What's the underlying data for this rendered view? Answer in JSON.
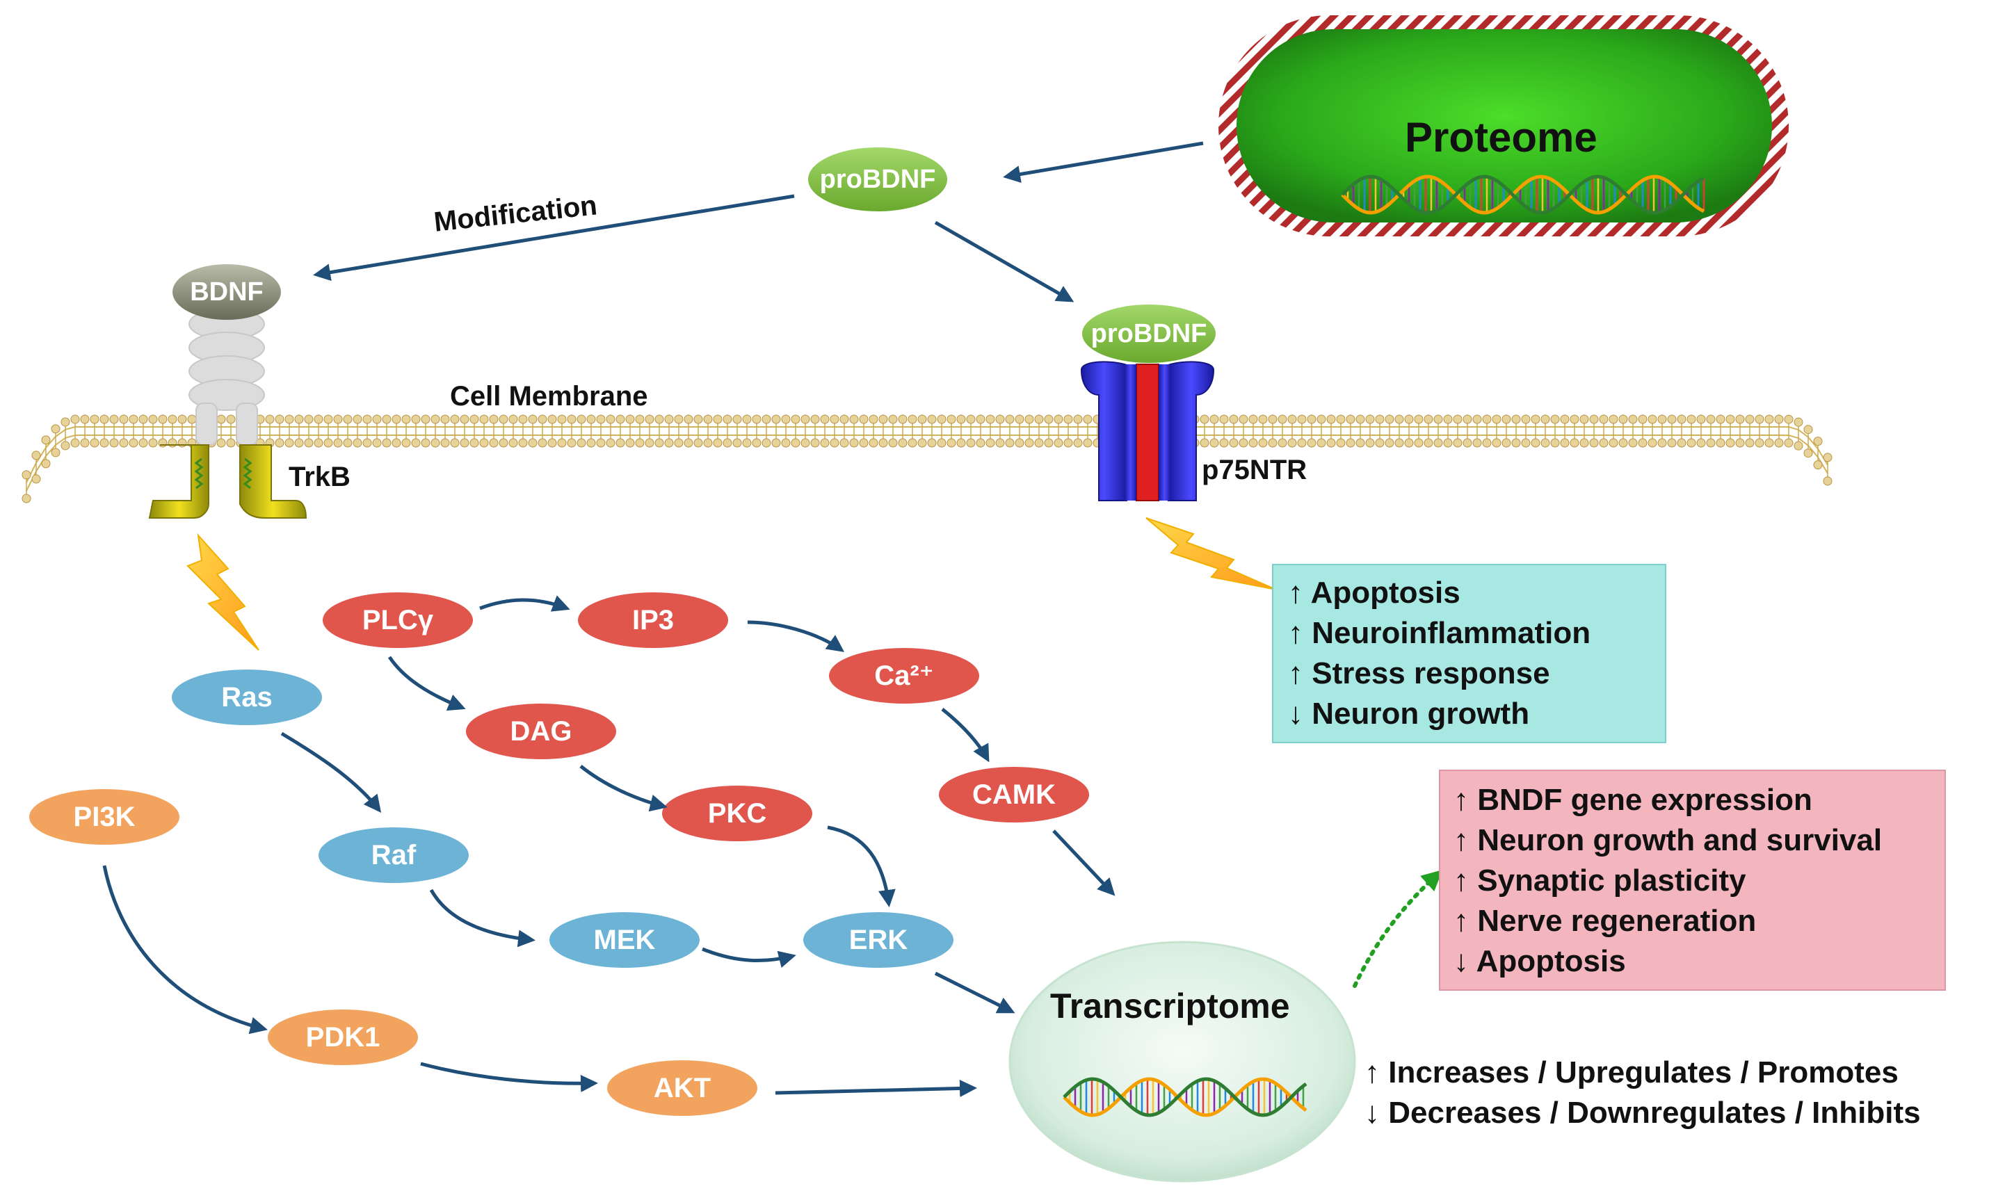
{
  "proteome": {
    "label": "Proteome"
  },
  "transcriptome": {
    "label": "Transcriptome"
  },
  "labels": {
    "modification": "Modification",
    "cell_membrane": "Cell Membrane",
    "trkb": "TrkB",
    "p75ntr": "p75NTR"
  },
  "nodes": {
    "probdnf_top": "proBDNF",
    "probdnf_receptor": "proBDNF",
    "bdnf": "BDNF",
    "plcy": "PLCγ",
    "ip3": "IP3",
    "ca": "Ca²⁺",
    "dag": "DAG",
    "pkc": "PKC",
    "camk": "CAMK",
    "ras": "Ras",
    "raf": "Raf",
    "mek": "MEK",
    "erk": "ERK",
    "pi3k": "PI3K",
    "pdk1": "PDK1",
    "akt": "AKT"
  },
  "p75_effects": [
    "↑ Apoptosis",
    "↑ Neuroinflammation",
    "↑ Stress response",
    "↓ Neuron growth"
  ],
  "trkb_effects": [
    "↑ BNDF gene expression",
    "↑ Neuron growth and survival",
    "↑ Synaptic plasticity",
    "↑ Nerve regeneration",
    "↓ Apoptosis"
  ],
  "legend": [
    "↑ Increases / Upregulates / Promotes",
    "↓ Decreases / Downregulates / Inhibits"
  ],
  "colors": {
    "arrow": "#1f4e79",
    "red_node": "#e0554c",
    "blue_node": "#6cb3d6",
    "orange_node": "#f2a35e",
    "green_node": "#7cbd3a",
    "p75_box": "#a8e8e3",
    "trkb_box": "#f3b6bf",
    "receptor_blue": "#2a2ad8",
    "receptor_red": "#e02020",
    "trkb_yellow": "#d9c312"
  }
}
